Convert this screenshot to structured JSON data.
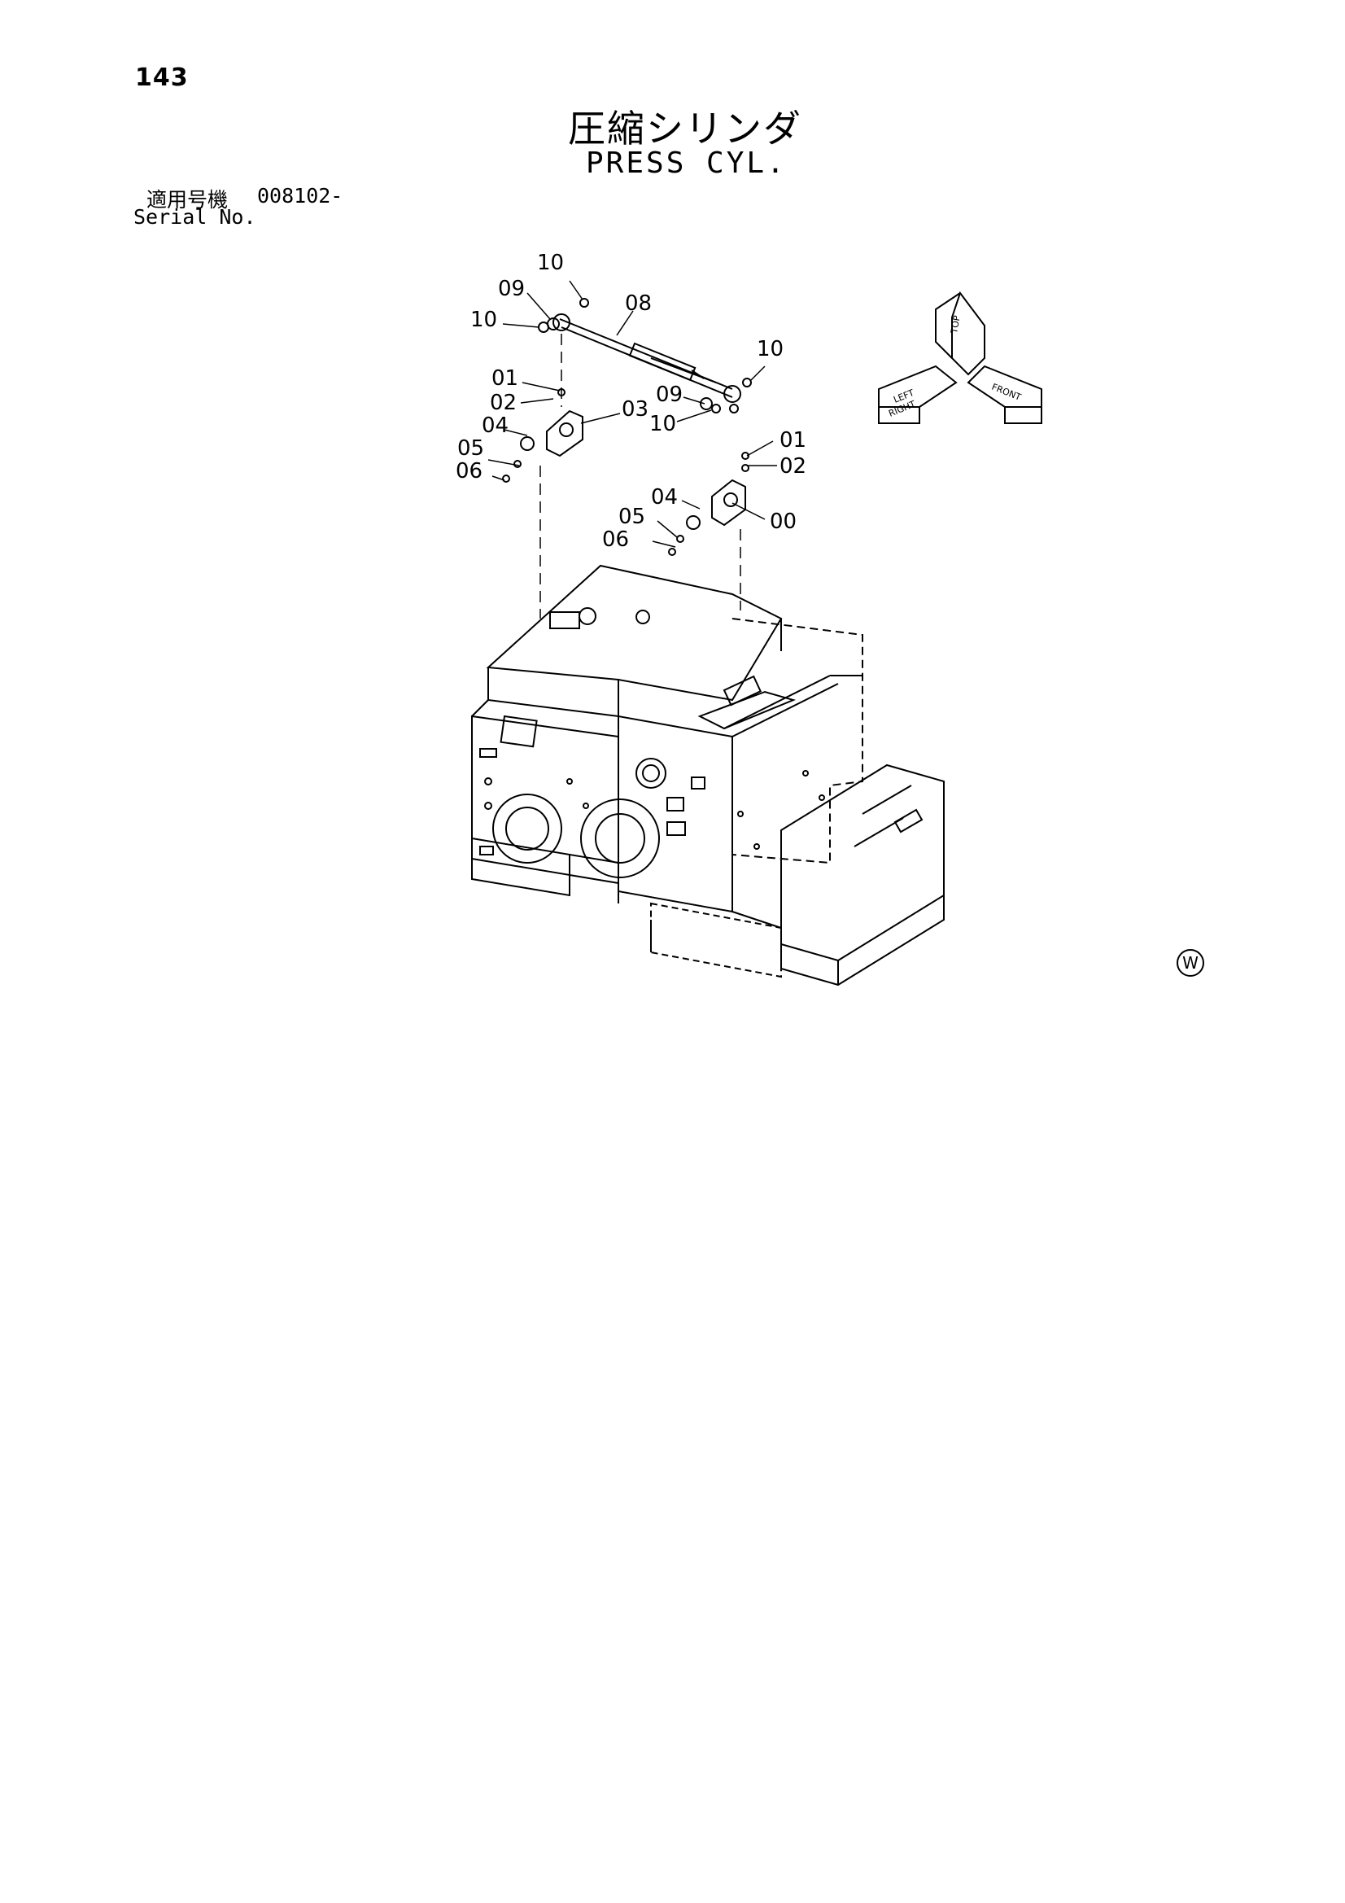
{
  "header": {
    "page_number": "143",
    "title_jp": "圧縮シリンダ",
    "title_en": "PRESS CYL.",
    "serial_label_jp": "適用号機",
    "serial_value": "008102-",
    "serial_label_en": "Serial No."
  },
  "compass": {
    "top": "TOP",
    "left": "LEFT",
    "right": "RIGHT",
    "front": "FRONT"
  },
  "callouts": {
    "c1": "10",
    "c2": "09",
    "c3": "10",
    "c4": "08",
    "c5": "10",
    "c6": "01",
    "c7": "02",
    "c8": "04",
    "c9": "03",
    "c10": "09",
    "c11": "10",
    "c12": "05",
    "c13": "06",
    "c14": "01",
    "c15": "02",
    "c16": "04",
    "c17": "05",
    "c18": "00",
    "c19": "06"
  },
  "footer": {
    "mark": "W"
  },
  "colors": {
    "line": "#000000",
    "background": "#ffffff"
  }
}
